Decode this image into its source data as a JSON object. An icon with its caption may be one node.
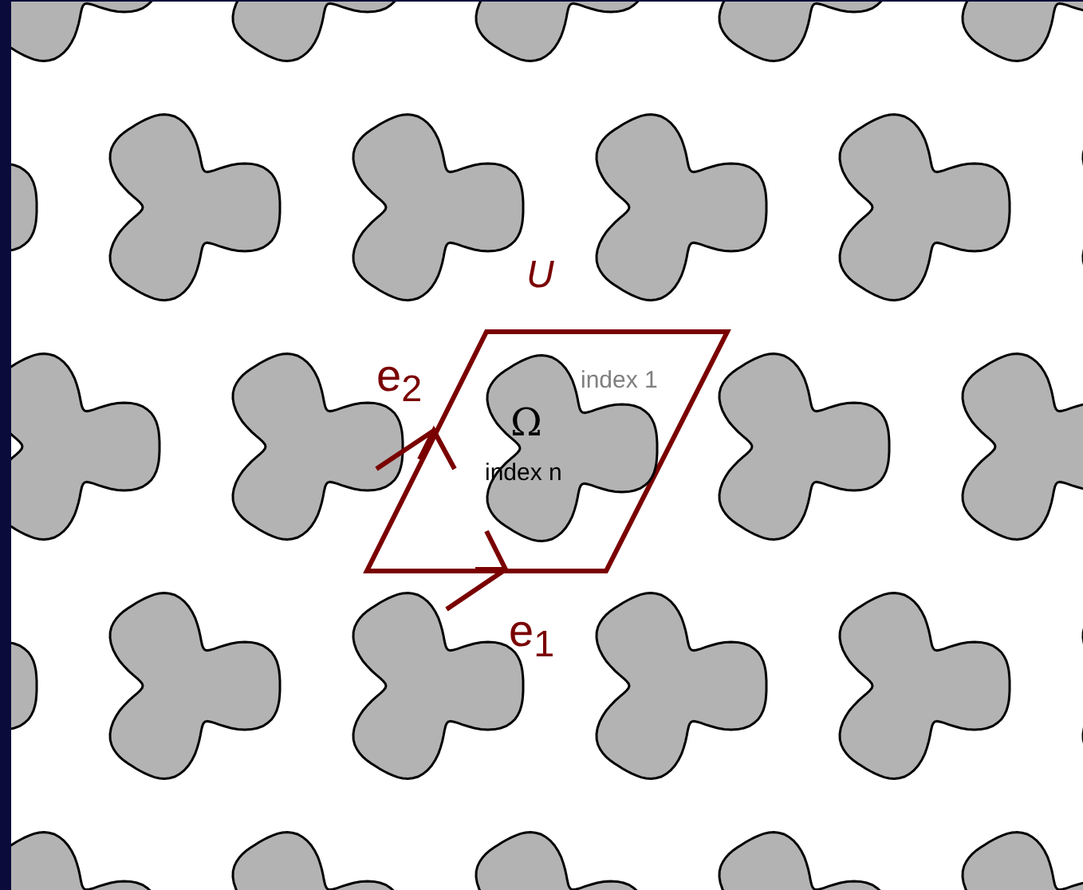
{
  "diagram": {
    "nodes": [
      {
        "text": [
          "U",
          "index 1"
        ]
      },
      {
        "text": [
          "Ω",
          "index n"
        ],
        "in": 0
      }
    ],
    "labels": [
      "e$_{2}$",
      "e$_{1}$"
    ]
  }
}
